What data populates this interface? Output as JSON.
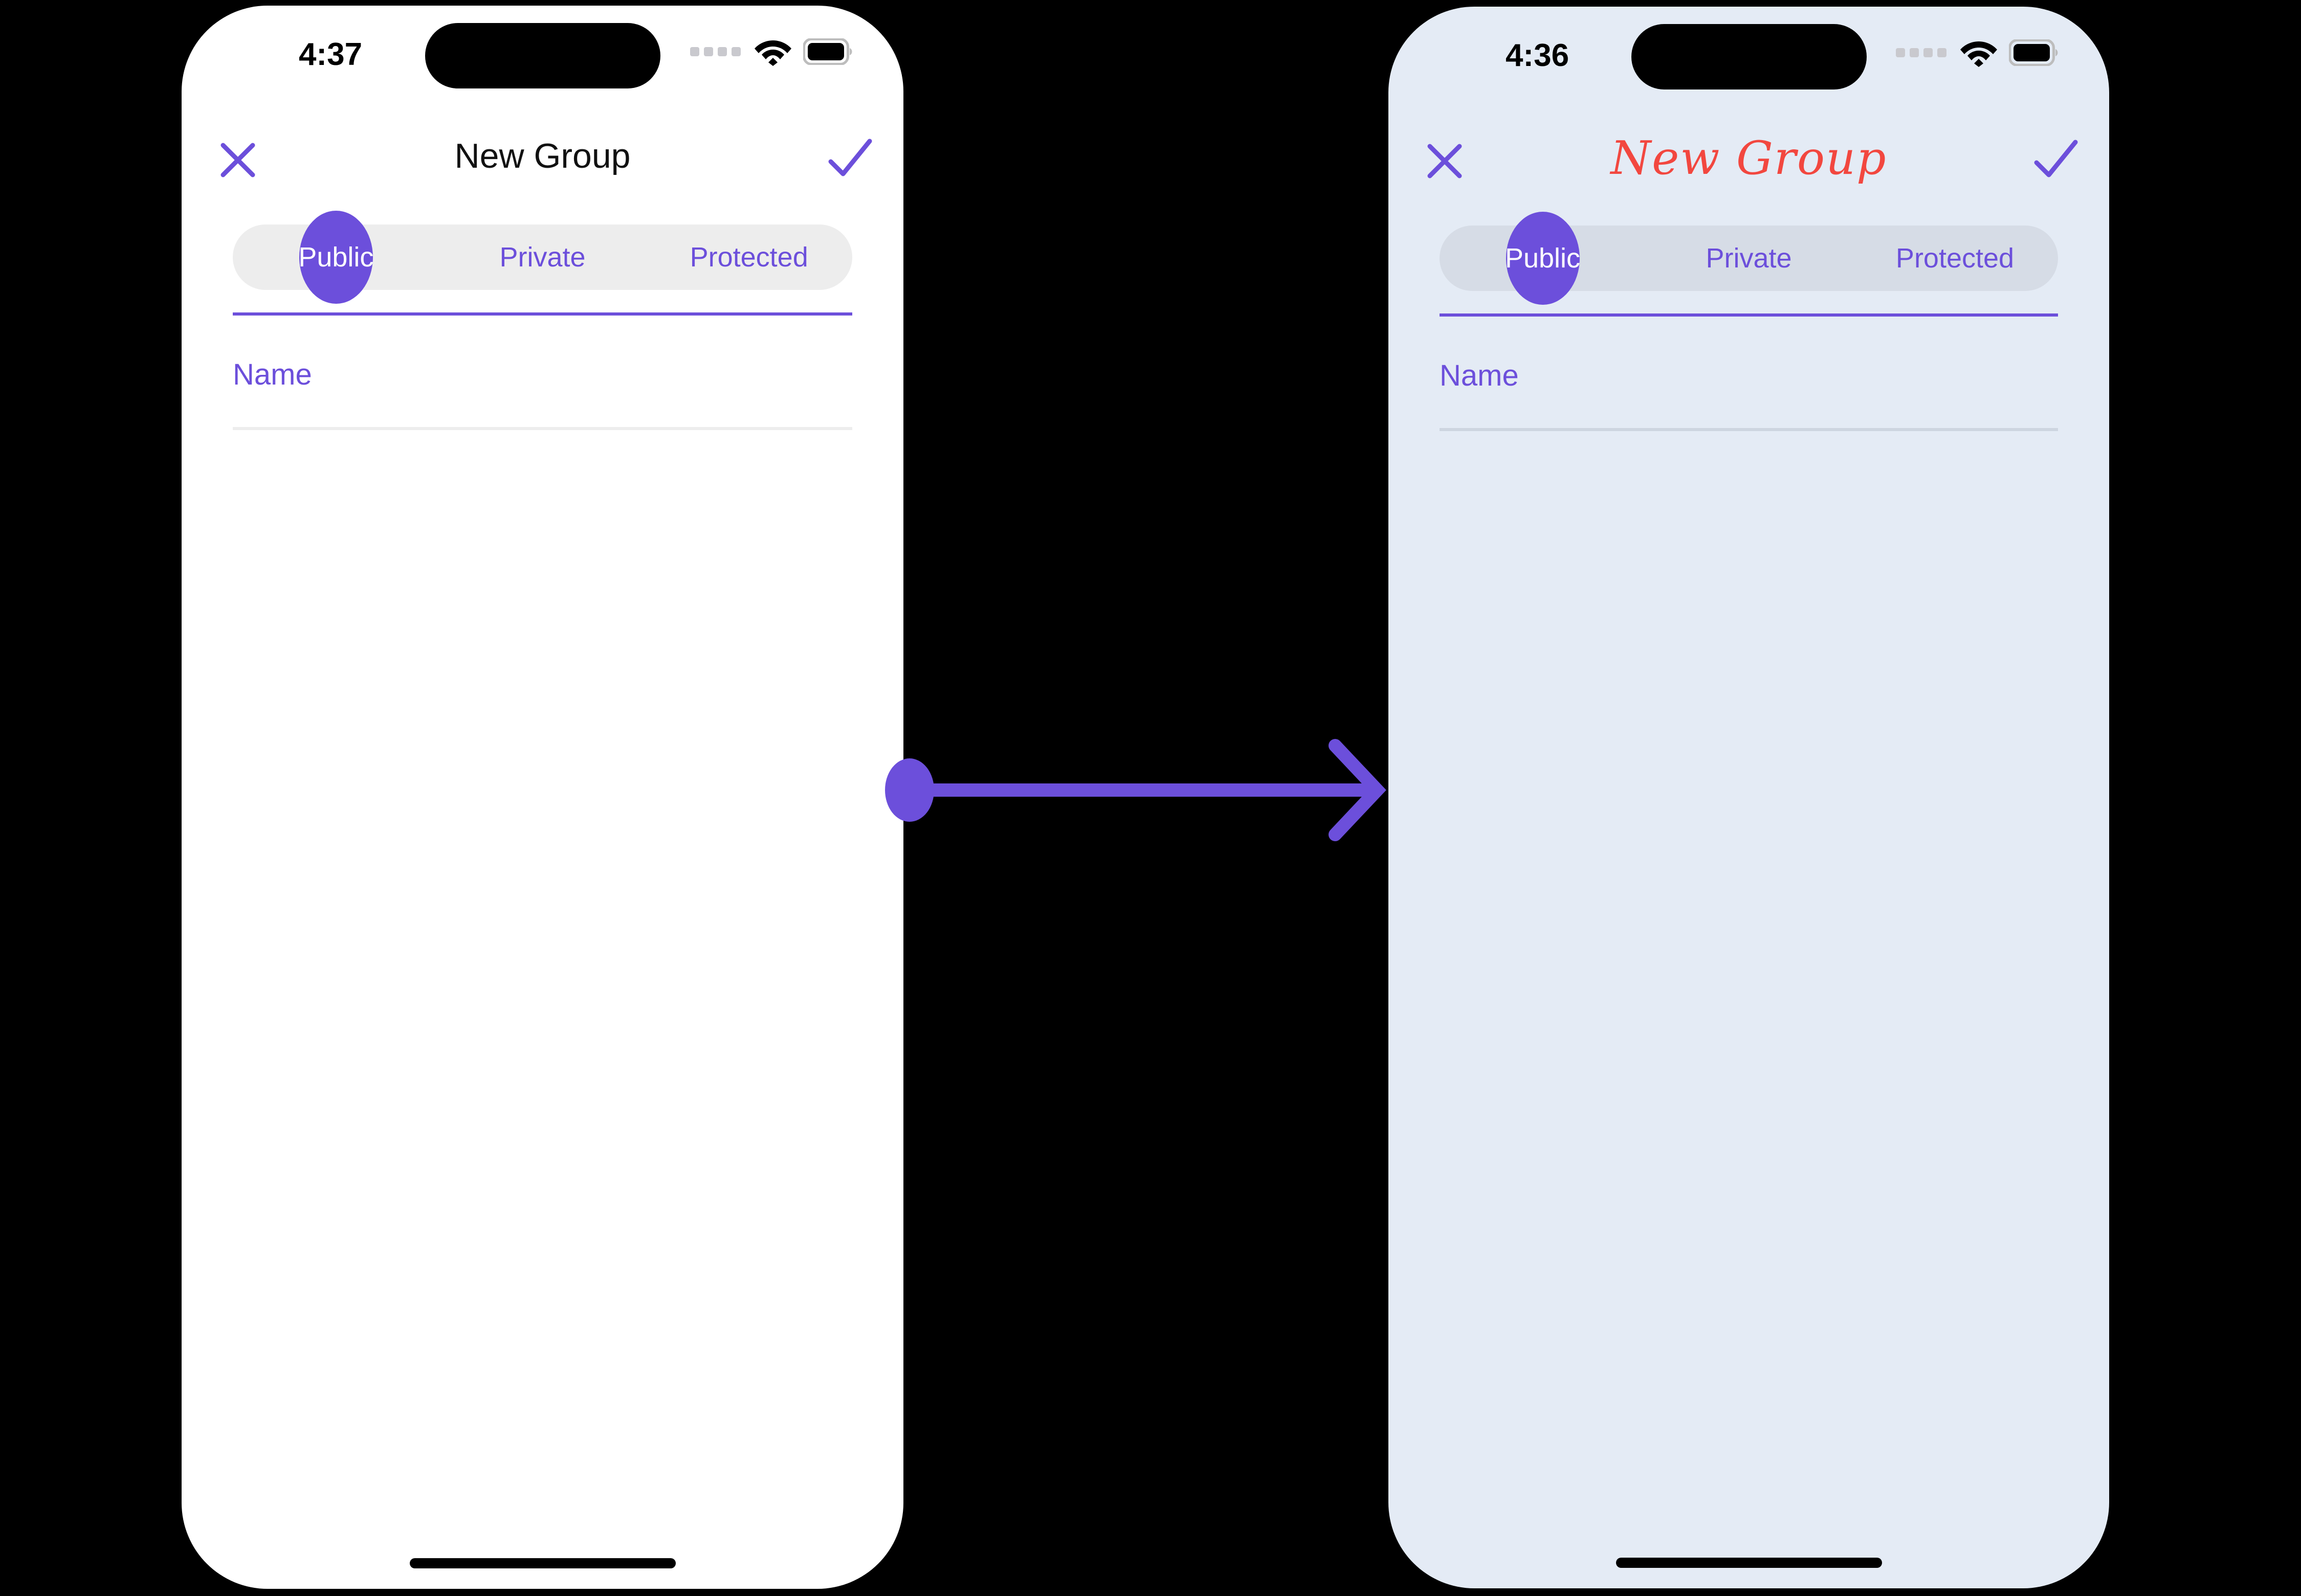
{
  "meta": {
    "accent_purple": "#6C4FDB",
    "title_red": "#F2473F",
    "before_background": "#FFFFFF",
    "after_background": "#E4EBF5",
    "canvas_background": "#000000"
  },
  "before": {
    "status": {
      "time": "4:37",
      "cellular_icon": "cellular-dots-icon",
      "wifi_icon": "wifi-icon",
      "battery_icon": "battery-icon",
      "dynamic_island": "dynamic-island"
    },
    "nav": {
      "close_icon": "close-icon",
      "title": "New Group",
      "confirm_icon": "check-icon"
    },
    "segments": [
      {
        "label": "Public",
        "selected": true
      },
      {
        "label": "Private",
        "selected": false
      },
      {
        "label": "Protected",
        "selected": false
      }
    ],
    "field": {
      "placeholder": "Name",
      "value": ""
    },
    "home_indicator": "home-indicator"
  },
  "after": {
    "status": {
      "time": "4:36",
      "cellular_icon": "cellular-dots-icon",
      "wifi_icon": "wifi-icon",
      "battery_icon": "battery-icon",
      "dynamic_island": "dynamic-island"
    },
    "nav": {
      "close_icon": "close-icon",
      "title": "New Group",
      "confirm_icon": "check-icon"
    },
    "segments": [
      {
        "label": "Public",
        "selected": true
      },
      {
        "label": "Private",
        "selected": false
      },
      {
        "label": "Protected",
        "selected": false
      }
    ],
    "field": {
      "placeholder": "Name",
      "value": ""
    },
    "home_indicator": "home-indicator"
  },
  "connector": {
    "icon": "arrow-right-icon",
    "color": "#6C4FDB"
  }
}
